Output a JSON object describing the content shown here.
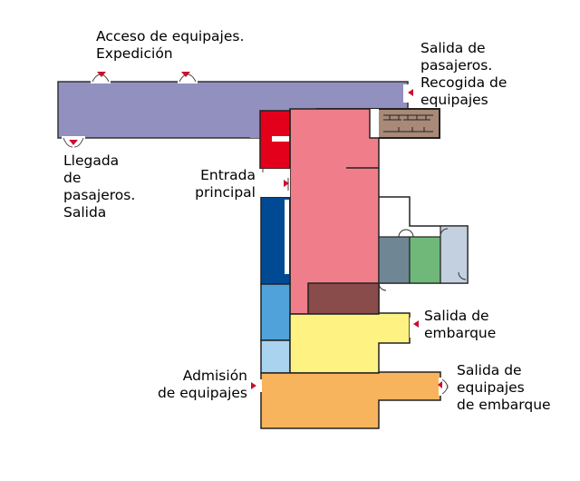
{
  "labels": {
    "acceso_equipajes": "Acceso de equipajes.\nExpedición",
    "salida_pasajeros": "Salida de\npasajeros.\nRecogida de\nequipajes",
    "llegada_pasajeros": "Llegada\nde\npasajeros.\nSalida",
    "entrada_principal": "Entrada\nprincipal",
    "salida_embarque": "Salida de\nembarque",
    "admision_equipajes": "Admisión\nde equipajes",
    "salida_equipajes_embarque": "Salida de\nequipajes\nde embarque"
  },
  "colors": {
    "terminal_wing": "#9190bf",
    "main_hall": "#ef7e8a",
    "red_room": "#e3001b",
    "baggage_belts": "#a98978",
    "dark_blue_room": "#004a93",
    "mid_blue_room": "#4fa3da",
    "light_blue_room": "#a9d3ef",
    "dark_slate_room": "#6f8794",
    "green_room": "#70b87a",
    "pale_blue_room": "#c3d0df",
    "brown_room": "#8a4b4b",
    "yellow_area": "#fef282",
    "orange_area": "#f8b45c",
    "entrance_arrow": "#c8102e"
  }
}
